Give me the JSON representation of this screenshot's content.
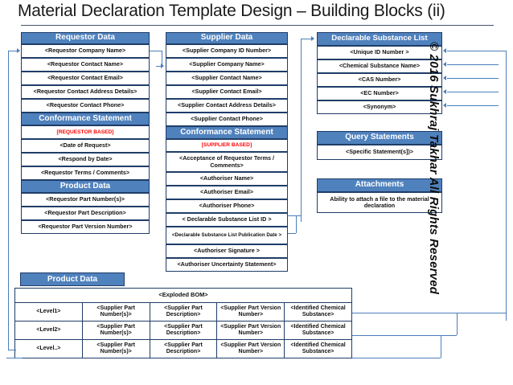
{
  "page": {
    "title": "Material Declaration Template Design – Building Blocks (ii)",
    "copyright": "© 2016 Sukhraj Takhar All Rights Reserved",
    "accent_color": "#4f81bd",
    "border_color": "#1f3d68",
    "alert_color": "#ff0000"
  },
  "requestor_column": {
    "blocks": [
      {
        "header": "Requestor Data",
        "rows": [
          {
            "text": "<Requestor Company Name>"
          },
          {
            "text": "<Requestor Contact Name>"
          },
          {
            "text": "<Requestor Contact Email>"
          },
          {
            "text": "<Requestor Contact Address Details>"
          },
          {
            "text": "<Requestor Contact Phone>"
          }
        ]
      },
      {
        "header": "Conformance Statement",
        "rows": [
          {
            "text": "[REQUESTOR BASED]",
            "style": "red"
          },
          {
            "text": "<Date of Request>"
          },
          {
            "text": "<Respond by Date>"
          },
          {
            "text": "<Requestor Terms / Comments>"
          }
        ]
      },
      {
        "header": "Product Data",
        "rows": [
          {
            "text": "<Requestor Part Number(s)>"
          },
          {
            "text": "<Requestor Part Description>"
          },
          {
            "text": "<Requestor Part Version Number>"
          }
        ]
      }
    ]
  },
  "supplier_column": {
    "blocks": [
      {
        "header": "Supplier Data",
        "rows": [
          {
            "text": "<Supplier Company ID Number>"
          },
          {
            "text": "<Supplier Company Name>"
          },
          {
            "text": "<Supplier Contact Name>"
          },
          {
            "text": "<Supplier Contact Email>"
          },
          {
            "text": "<Supplier Contact Address Details>"
          },
          {
            "text": "<Supplier Contact Phone>"
          }
        ]
      },
      {
        "header": "Conformance Statement",
        "rows": [
          {
            "text": "[SUPPLIER BASED]",
            "style": "red"
          },
          {
            "text": "<Acceptance of Requestor Terms / Comments>"
          },
          {
            "text": "<Authoriser Name>"
          },
          {
            "text": "<Authoriser Email>"
          },
          {
            "text": "<Authoriser Phone>"
          },
          {
            "text": "< Declarable Substance List ID >"
          },
          {
            "text": "<Declarable Substance List Publication Date >",
            "style": "small"
          },
          {
            "text": "<Authoriser Signature >"
          },
          {
            "text": "<Authoriser Uncertainty Statement>"
          }
        ]
      }
    ]
  },
  "right_column": {
    "blocks": [
      {
        "header": "Declarable Substance List",
        "rows": [
          {
            "text": "<Unique ID Number >"
          },
          {
            "text": "<Chemical Substance  Name>"
          },
          {
            "text": "<CAS Number>"
          },
          {
            "text": "<EC Number>"
          },
          {
            "text": "<Synonym>"
          }
        ]
      },
      {
        "header": "Query Statements",
        "rows": [
          {
            "text": "<Specific Statement(s])>"
          }
        ]
      },
      {
        "header": "Attachments",
        "rows": [
          {
            "text": "Ability to attach a file to the material declaration"
          }
        ]
      }
    ]
  },
  "product_data_table": {
    "header": "Product Data",
    "span_title": "<Exploded BOM>",
    "columns": [
      "<Supplier Part Number(s)>",
      "<Supplier Part Description>",
      "<Supplier Part Version Number>",
      "<Identified Chemical Substance>"
    ],
    "rows": [
      {
        "level": "<Level1>",
        "cells": [
          "<Supplier Part Number(s)>",
          "<Supplier Part Description>",
          "<Supplier Part Version Number>",
          "<Identified Chemical Substance>"
        ]
      },
      {
        "level": "<Level2>",
        "cells": [
          "<Supplier Part Number(s)>",
          "<Supplier Part Description>",
          "<Supplier Part Version Number>",
          "<Identified Chemical Substance>"
        ]
      },
      {
        "level": "<Level..>",
        "cells": [
          "<Supplier Part Number(s)>",
          "<Supplier Part Description>",
          "<Supplier Part Version Number>",
          "<Identified Chemical Substance>"
        ]
      }
    ]
  }
}
